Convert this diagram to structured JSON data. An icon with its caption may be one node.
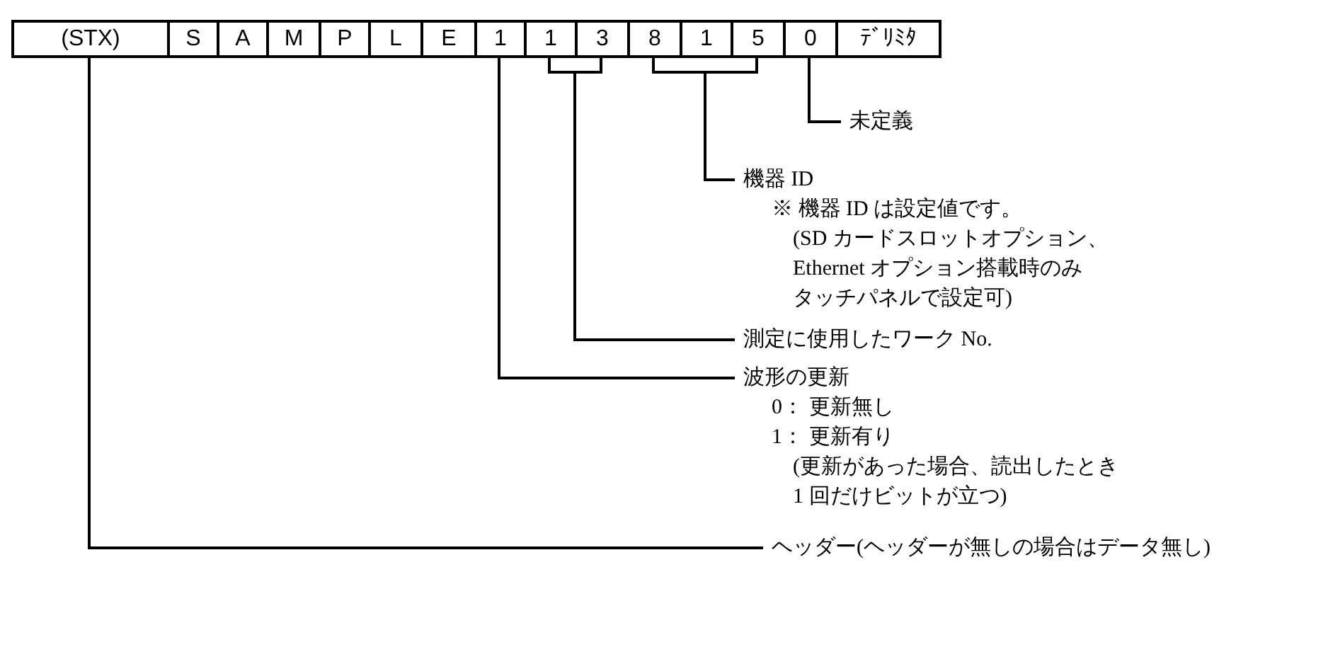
{
  "diagram": {
    "nodes": [
      {
        "text": [
          "(STX)"
        ]
      },
      {
        "text": [
          "S"
        ]
      },
      {
        "text": [
          "A"
        ]
      },
      {
        "text": [
          "M"
        ]
      },
      {
        "text": [
          "P"
        ]
      },
      {
        "text": [
          "L"
        ]
      },
      {
        "text": [
          "E"
        ]
      },
      {
        "text": [
          "1"
        ]
      },
      {
        "text": [
          "1"
        ]
      },
      {
        "text": [
          "3"
        ]
      },
      {
        "text": [
          "8"
        ]
      },
      {
        "text": [
          "1"
        ]
      },
      {
        "text": [
          "5"
        ]
      },
      {
        "text": [
          "0"
        ]
      },
      {
        "text": [
          "ﾃﾞﾘﾐﾀ"
        ]
      },
      {
        "text": [
          "未定義"
        ]
      },
      {
        "text": [
          "機器 ID",
          "※ 機器 ID は設定値です。",
          "(SD カードスロットオプション、Ethernet オプション搭載時のみタッチパネルで設定可)"
        ]
      },
      {
        "text": [
          "測定に使用したワーク No."
        ]
      },
      {
        "text": [
          "波形の更新",
          "0： 更新無し",
          "1： 更新有り",
          "(更新があった場合、読出したとき1 回だけビットが立つ)"
        ]
      },
      {
        "text": [
          "ヘッダー(ヘッダーが無しの場合はデータ無し)"
        ]
      }
    ],
    "edges": [
      {
        "from": 13,
        "to": 15,
        "arrow": "none"
      },
      {
        "from": 10,
        "to": 16,
        "arrow": "none"
      },
      {
        "from": 12,
        "to": 16,
        "arrow": "none"
      },
      {
        "from": 8,
        "to": 17,
        "arrow": "none"
      },
      {
        "from": 9,
        "to": 17,
        "arrow": "none"
      },
      {
        "from": 7,
        "to": 18,
        "arrow": "none"
      },
      {
        "from": 0,
        "to": 19,
        "arrow": "none"
      }
    ]
  }
}
